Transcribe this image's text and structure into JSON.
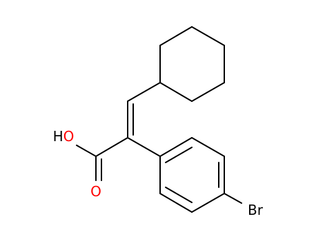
{
  "molecule": {
    "labels": {
      "hydroxyl": "HO",
      "carbonyl_oxygen": "O",
      "bromine": "Br"
    },
    "colors": {
      "bond": "#000000",
      "oxygen": "#ff0000",
      "hydroxyl_h": "#000000",
      "bromine": "#000000"
    }
  }
}
